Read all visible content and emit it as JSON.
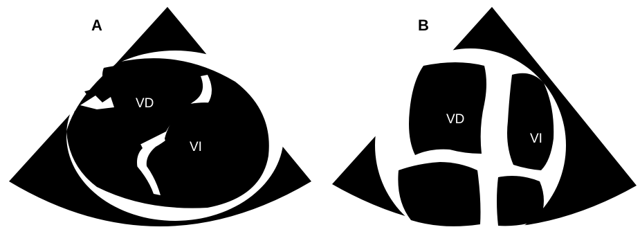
{
  "panels": [
    {
      "letter": "A",
      "labels": {
        "right_ventricle": "VD",
        "left_ventricle": "VI"
      }
    },
    {
      "letter": "B",
      "labels": {
        "right_ventricle": "VD",
        "left_ventricle": "VI"
      }
    }
  ],
  "colors": {
    "background": "#ffffff",
    "sector": "#000000",
    "tissue": "#ffffff",
    "text": "#ffffff"
  }
}
